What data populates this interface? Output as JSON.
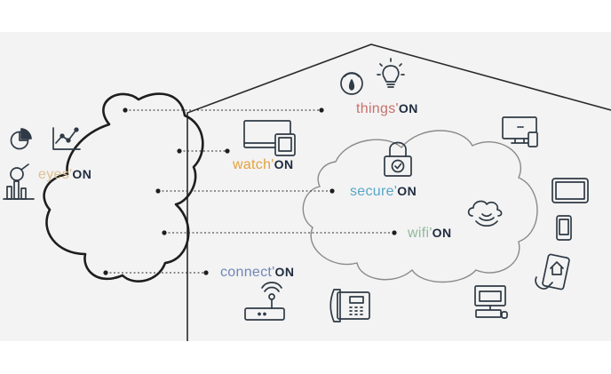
{
  "colors": {
    "band": "#f3f3f3",
    "line": "#2b2b2b",
    "on": "#1f2b3d",
    "icon": "#2f3a45",
    "things": "#c9706a",
    "watch": "#e3a23b",
    "secure": "#58a6c8",
    "wifi": "#8fba9a",
    "eyes": "#e0c08f",
    "connect": "#6f86b8"
  },
  "brands": {
    "things": {
      "prefix": "things",
      "mark": "'",
      "suffix": "ON"
    },
    "watch": {
      "prefix": "watch",
      "mark": "'",
      "suffix": "ON"
    },
    "eyes": {
      "prefix": "eyes",
      "mark": "'",
      "suffix": "ON"
    },
    "secure": {
      "prefix": "secure",
      "mark": "'",
      "suffix": "ON"
    },
    "wifi": {
      "prefix": "wifi",
      "mark": "'",
      "suffix": "ON"
    },
    "connect": {
      "prefix": "connect",
      "mark": "'",
      "suffix": "ON"
    }
  },
  "icons": [
    "pie-chart-icon",
    "line-chart-icon",
    "bar-chart-magnifier-icon",
    "gauge-icon",
    "lightbulb-icon",
    "tv-tablet-icon",
    "padlock-icon",
    "wifi-cloud-icon",
    "desktop-phone-icon",
    "tablet-icon",
    "smartphone-icon",
    "smart-home-phone-icon",
    "router-icon",
    "telephone-icon",
    "desktop-computer-icon"
  ]
}
